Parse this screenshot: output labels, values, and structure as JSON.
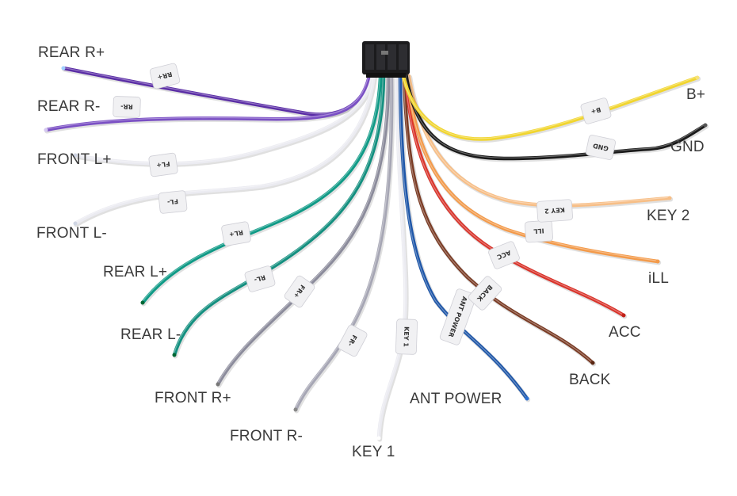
{
  "diagram": {
    "connector": "wiring-harness-plug",
    "wires": [
      {
        "id": "rear-r-plus",
        "label": "REAR R+",
        "tag": "RR+",
        "color": "#5b2ea6"
      },
      {
        "id": "rear-r-minus",
        "label": "REAR R-",
        "tag": "RR-",
        "color": "#7a4fc4"
      },
      {
        "id": "front-l-plus",
        "label": "FRONT L+",
        "tag": "FL+",
        "color": "#e9e9ef"
      },
      {
        "id": "front-l-minus",
        "label": "FRONT L-",
        "tag": "FL-",
        "color": "#f2f2f5"
      },
      {
        "id": "rear-l-plus",
        "label": "REAR L+",
        "tag": "RL+",
        "color": "#0f9a86"
      },
      {
        "id": "rear-l-minus",
        "label": "REAR L-",
        "tag": "RL-",
        "color": "#138f7f"
      },
      {
        "id": "front-r-plus",
        "label": "FRONT R+",
        "tag": "FR+",
        "color": "#8b8b9b"
      },
      {
        "id": "front-r-minus",
        "label": "FRONT R-",
        "tag": "FR-",
        "color": "#a6a6b4"
      },
      {
        "id": "key-1",
        "label": "KEY 1",
        "tag": "KEY 1",
        "color": "#ef7f86"
      },
      {
        "id": "ant-power",
        "label": "ANT POWER",
        "tag": "ANT POWER",
        "color": "#1e56a8"
      },
      {
        "id": "back",
        "label": "BACK",
        "tag": "BACK",
        "color": "#7a3b24"
      },
      {
        "id": "acc",
        "label": "ACC",
        "tag": "ACC",
        "color": "#d9342b"
      },
      {
        "id": "ill",
        "label": "iLL",
        "tag": "ILL",
        "color": "#f39a4a"
      },
      {
        "id": "key-2",
        "label": "KEY 2",
        "tag": "KEY 2",
        "color": "#f7be86"
      },
      {
        "id": "gnd",
        "label": "GND",
        "tag": "GND",
        "color": "#1a1a1a"
      },
      {
        "id": "b-plus",
        "label": "B+",
        "tag": "B+",
        "color": "#f1d52e"
      }
    ]
  }
}
